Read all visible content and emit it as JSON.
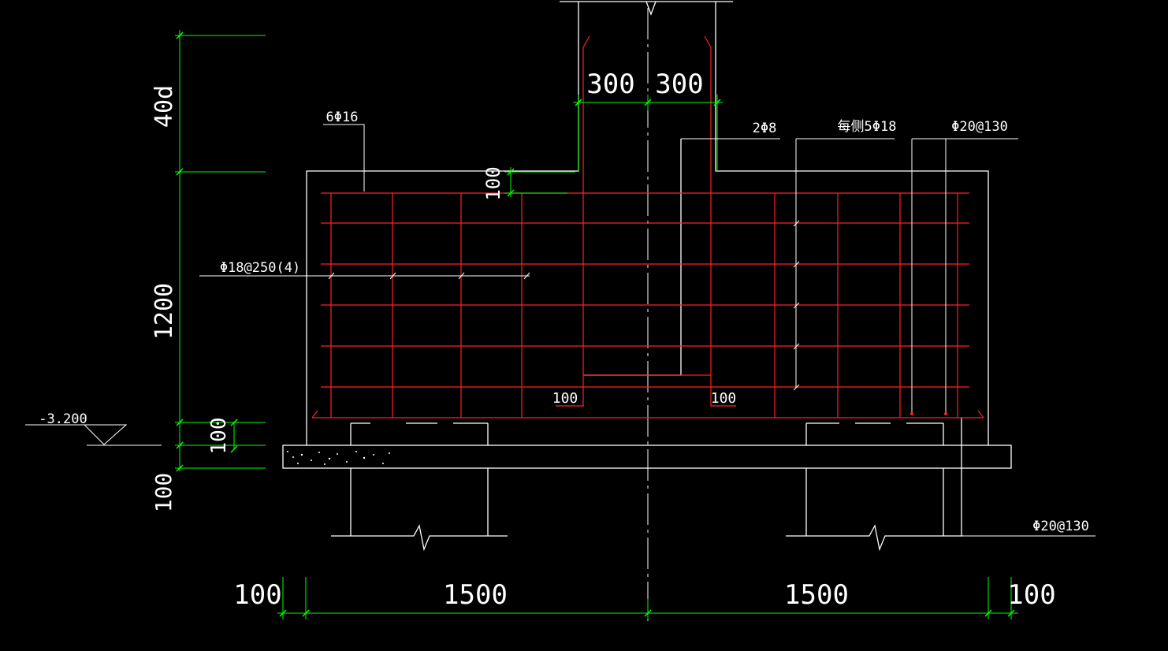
{
  "colors": {
    "background": "#000000",
    "outline": "#ffffff",
    "rebar": "#ff2020",
    "dimension": "#00ff00"
  },
  "dimensions": {
    "column_left_half": "300",
    "column_right_half": "300",
    "anchor_length": "40d",
    "footing_height": "1200",
    "cover_top": "100",
    "cover_bottom": "100",
    "cushion_thickness": "100",
    "hook_left": "100",
    "hook_right": "100",
    "base_left_extension": "100",
    "base_left_width": "1500",
    "base_right_width": "1500",
    "base_right_extension": "100"
  },
  "labels": {
    "top_bars": "6Φ16",
    "stirrups": "Φ18@250(4)",
    "tie_bars": "2Φ8",
    "side_bars": "每侧5Φ18",
    "bottom_bars_top": "Φ20@130",
    "bottom_bars_bottom": "Φ20@130",
    "elevation": "-3.200"
  }
}
